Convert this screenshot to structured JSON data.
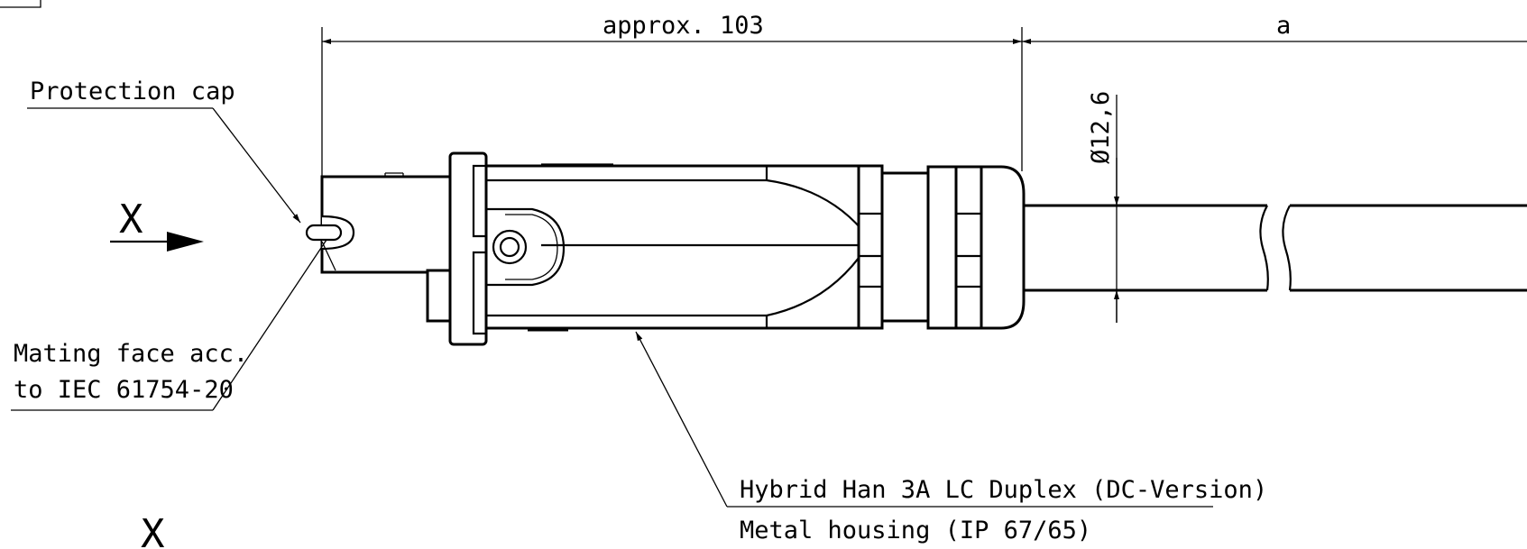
{
  "dimensions": {
    "length_label": "approx. 103",
    "cable_length_label": "a",
    "diameter_label": "Ø12,6"
  },
  "callouts": {
    "protection_cap": "Protection cap",
    "mating_face_line1": "Mating face acc.",
    "mating_face_line2": "to IEC 61754-20",
    "housing_line1": "Hybrid Han 3A LC Duplex (DC-Version)",
    "housing_line2": "Metal housing (IP 67/65)"
  },
  "views": {
    "view_arrow_label": "X",
    "view_label": "X"
  }
}
